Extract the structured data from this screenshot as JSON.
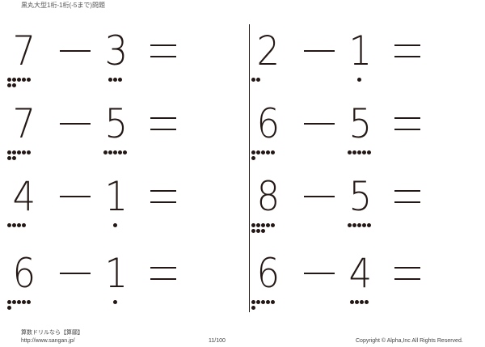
{
  "header": {
    "title": "黒丸大型1桁-1桁(-5まで)問題"
  },
  "problems": [
    {
      "a": "7",
      "op": "−",
      "b": "3",
      "eq": "="
    },
    {
      "a": "7",
      "op": "−",
      "b": "5",
      "eq": "="
    },
    {
      "a": "4",
      "op": "−",
      "b": "1",
      "eq": "="
    },
    {
      "a": "6",
      "op": "−",
      "b": "1",
      "eq": "="
    },
    {
      "a": "2",
      "op": "−",
      "b": "1",
      "eq": "="
    },
    {
      "a": "6",
      "op": "−",
      "b": "5",
      "eq": "="
    },
    {
      "a": "8",
      "op": "−",
      "b": "5",
      "eq": "="
    },
    {
      "a": "6",
      "op": "−",
      "b": "4",
      "eq": "="
    }
  ],
  "footer": {
    "brand": "算数ドリルなら【算願】",
    "url": "http://www.sangan.jp/",
    "page": "11/100",
    "copyright": "Copyright © Alpha,Inc All Rights Reserved."
  }
}
